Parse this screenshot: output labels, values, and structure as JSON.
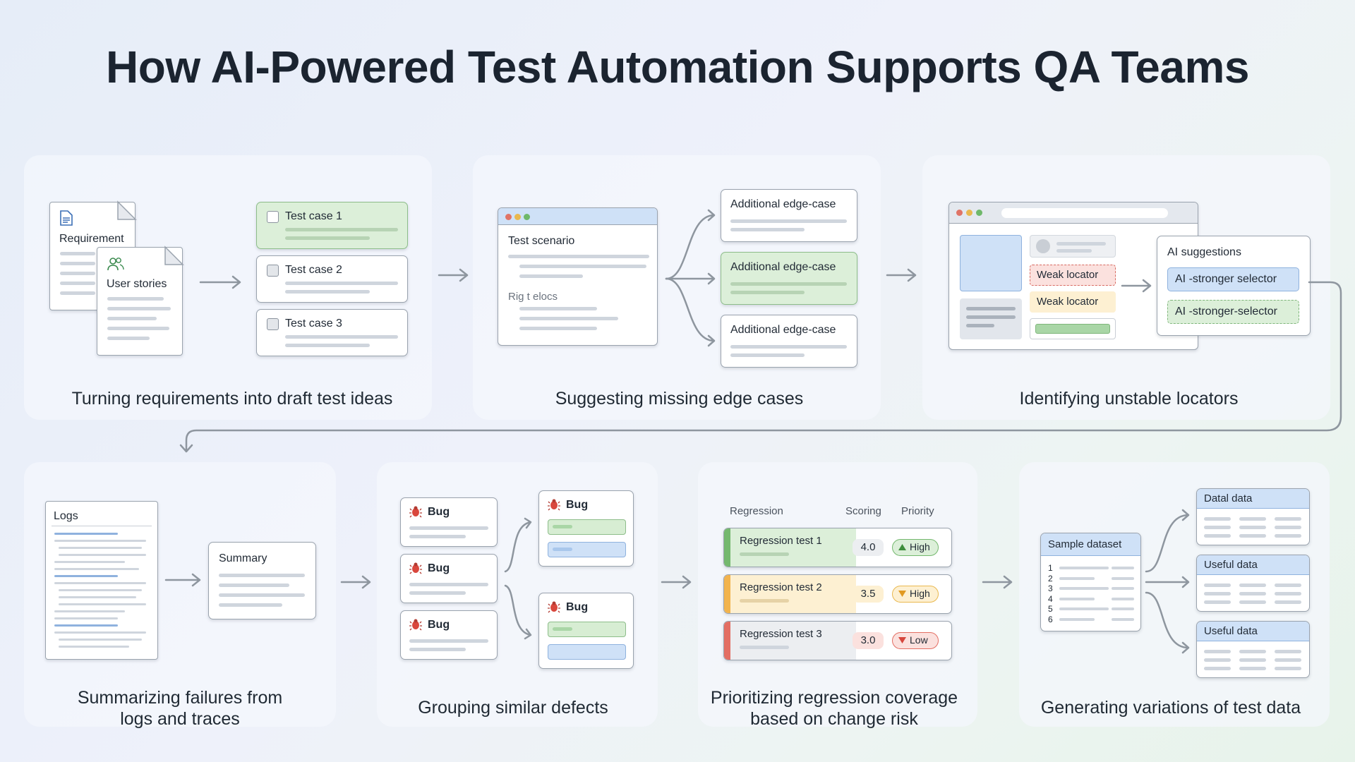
{
  "title": "How AI-Powered Test Automation Supports QA Teams",
  "colors": {
    "green": "#dcefd9",
    "blue": "#cfe1f7",
    "orange": "#f7d9a6",
    "red": "#f2b0ab",
    "line": "#8e969f"
  },
  "p1": {
    "caption": "Turning requirements into draft test ideas",
    "requirement": "Requirement",
    "user_stories": "User stories",
    "test_cases": [
      "Test case 1",
      "Test case 2",
      "Test case 3"
    ]
  },
  "p2": {
    "caption": "Suggesting missing edge cases",
    "scenario": "Test scenario",
    "scenario_sub": "Rig t elocs",
    "edges": [
      "Additional edge-case",
      "Additional edge-case",
      "Additional edge-case"
    ]
  },
  "p3": {
    "caption": "Identifying unstable locators",
    "weak1": "Weak locator",
    "weak2": "Weak locator",
    "ai_title": "AI suggestions",
    "ai1": "AI -stronger selector",
    "ai2": "AI -stronger-selector"
  },
  "p4": {
    "caption_l1": "Summarizing failures from",
    "caption_l2": "logs and traces",
    "logs": "Logs",
    "summary": "Summary"
  },
  "p5": {
    "caption": "Grouping similar defects",
    "bug": "Bug"
  },
  "p6": {
    "caption_l1": "Prioritizing regression coverage",
    "caption_l2": "based on change risk",
    "headers": [
      "Regression",
      "Scoring",
      "Priority"
    ],
    "rows": [
      {
        "name": "Regression test 1",
        "score": "4.0",
        "priority": "High"
      },
      {
        "name": "Regression test 2",
        "score": "3.5",
        "priority": "High"
      },
      {
        "name": "Regression test 3",
        "score": "3.0",
        "priority": "Low"
      }
    ]
  },
  "p7": {
    "caption": "Generating variations of test data",
    "sample": "Sample dataset",
    "nums": [
      "1",
      "2",
      "3",
      "4",
      "5",
      "6"
    ],
    "out1": "Datal data",
    "out2": "Useful data",
    "out3": "Useful data"
  }
}
